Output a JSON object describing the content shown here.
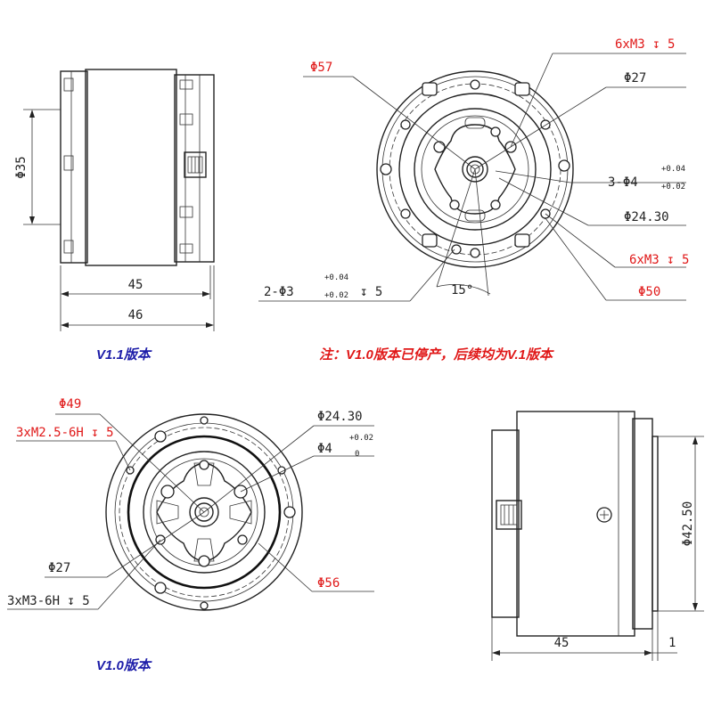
{
  "colors": {
    "line": "#222222",
    "dimension_red": "#e01818",
    "version_blue": "#1c1ca8"
  },
  "v11_side": {
    "dia": "Φ35",
    "len_inner": "45",
    "len_outer": "46"
  },
  "v11_front": {
    "dia_outer": "Φ57",
    "dia_inner": "Φ27",
    "thread_top": "6xM3 ↧ 5",
    "pin_label": "3-Φ4",
    "pin_tol_upper": "+0.04",
    "pin_tol_lower": "+0.02",
    "dia_shaft": "Φ24.30",
    "thread_bottom": "6xM3 ↧ 5",
    "dia_50": "Φ50",
    "hole_label": "2-Φ3",
    "hole_tol_upper": "+0.04",
    "hole_tol_lower": "+0.02",
    "hole_depth": "↧ 5",
    "angle": "15°"
  },
  "labels": {
    "v11": "V1.1版本",
    "note": "注：V1.0版本已停产，后续均为V.1版本",
    "v10": "V1.0版本"
  },
  "v10_front": {
    "dia_49": "Φ49",
    "thread_m25": "3xM2.5-6H ↧ 5",
    "dia_shaft": "Φ24.30",
    "pin_label": "Φ4",
    "pin_tol_upper": "+0.02",
    "pin_tol_lower": "0",
    "dia_27": "Φ27",
    "thread_m3": "3xM3-6H ↧ 5",
    "dia_56": "Φ56"
  },
  "v10_side": {
    "dia": "Φ42.50",
    "len": "45",
    "step": "1"
  }
}
